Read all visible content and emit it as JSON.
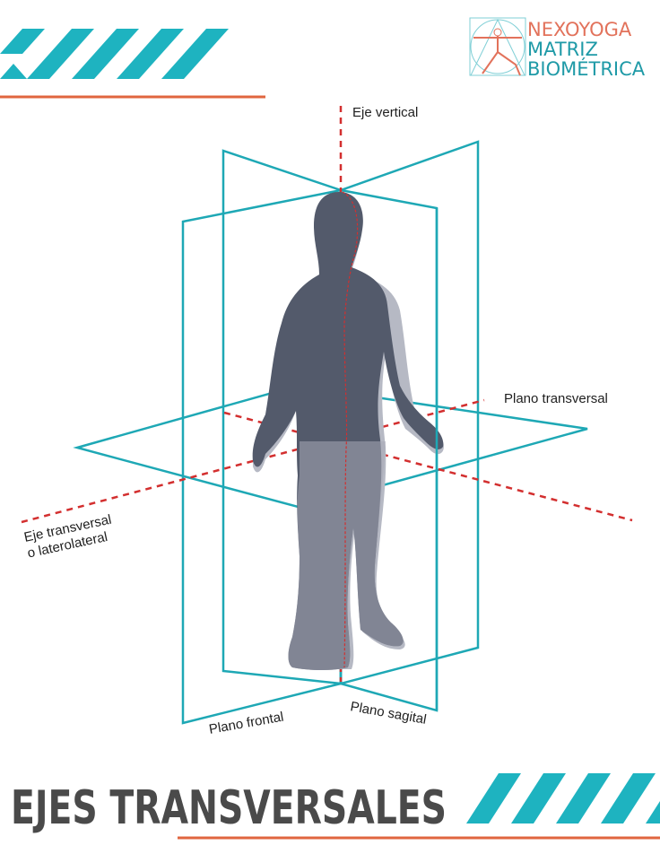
{
  "brand": {
    "line1": "NEXOYOGA",
    "line2": "MATRIZ",
    "line3": "BIOMÉTRICA",
    "color_dark": "#1f9aa7",
    "color_orange": "#e2725b",
    "logo_icon": "yoga-warrior-pose-icon"
  },
  "labels": {
    "eje_vertical": "Eje vertical",
    "plano_transversal": "Plano transversal",
    "eje_transversal_line1": "Eje transversal",
    "eje_transversal_line2": "o laterolateral",
    "plano_frontal": "Plano frontal",
    "plano_sagital": "Plano sagital"
  },
  "title": "EJES TRANSVERSALES",
  "colors": {
    "plane": "#1ea8b5",
    "axis": "#d32f2f",
    "stripe": "#1eb3c0",
    "rule": "#e0663f",
    "body_dark": "#535a6b",
    "body_shadow": "#b6b9c4",
    "title": "#4a4a4a"
  }
}
